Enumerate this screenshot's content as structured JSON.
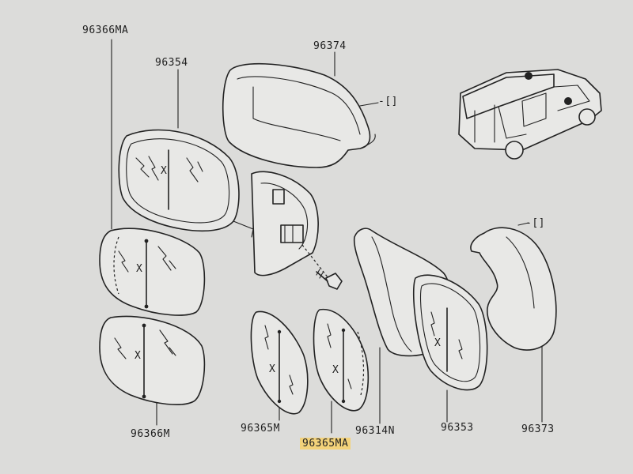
{
  "diagram": {
    "parts": [
      {
        "key": "p96366MA_top",
        "ref": "96366MA"
      },
      {
        "key": "p96354",
        "ref": "96354"
      },
      {
        "key": "p96374",
        "ref": "96374"
      },
      {
        "key": "p96366M",
        "ref": "96366M"
      },
      {
        "key": "p96365M",
        "ref": "96365M"
      },
      {
        "key": "p96365MA",
        "ref": "96365MA"
      },
      {
        "key": "p96314N",
        "ref": "96314N"
      },
      {
        "key": "p96353",
        "ref": "96353"
      },
      {
        "key": "p96373",
        "ref": "96373"
      }
    ],
    "bracket_marks": [
      "-[]",
      "-[]"
    ],
    "x_marks": [
      "X",
      "X",
      "X",
      "X",
      "X",
      "X"
    ],
    "highlight_color": "#f3d27a",
    "icons": [
      "wing-mirror-assembly",
      "mirror-glass",
      "mirror-cover-cap",
      "van-vehicle",
      "mounting-screw"
    ]
  }
}
